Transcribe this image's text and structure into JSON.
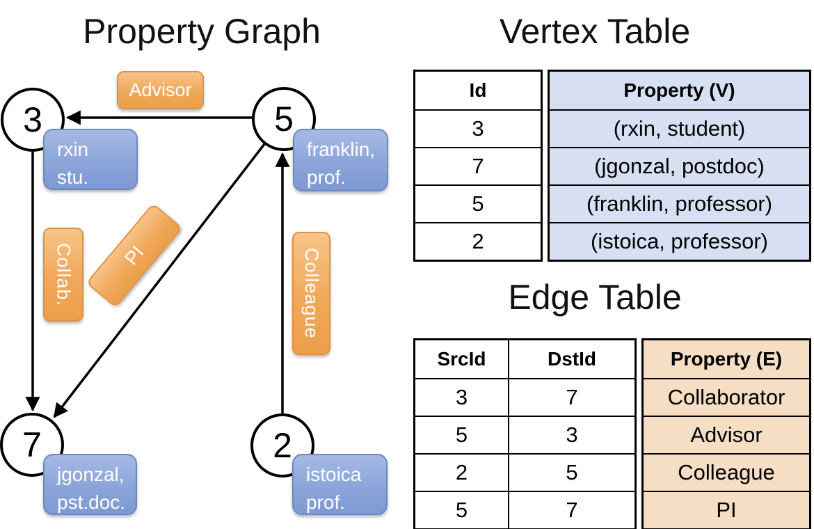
{
  "graph": {
    "title": "Property Graph",
    "nodes": [
      {
        "id": "3",
        "property_lines": [
          "rxin",
          "stu."
        ]
      },
      {
        "id": "5",
        "property_lines": [
          "franklin,",
          "prof."
        ]
      },
      {
        "id": "7",
        "property_lines": [
          "jgonzal,",
          "pst.doc."
        ]
      },
      {
        "id": "2",
        "property_lines": [
          "istoica",
          "prof."
        ]
      }
    ],
    "edge_labels": {
      "advisor": "Advisor",
      "collab": "Collab.",
      "pi": "PI",
      "colleague": "Colleague"
    },
    "edges": [
      {
        "src": "5",
        "dst": "3",
        "label": "Advisor"
      },
      {
        "src": "3",
        "dst": "7",
        "label": "Collab."
      },
      {
        "src": "5",
        "dst": "7",
        "label": "PI"
      },
      {
        "src": "2",
        "dst": "5",
        "label": "Colleague"
      }
    ]
  },
  "vertex_table": {
    "title": "Vertex Table",
    "columns": [
      "Id",
      "Property (V)"
    ],
    "rows": [
      [
        "3",
        "(rxin, student)"
      ],
      [
        "7",
        "(jgonzal, postdoc)"
      ],
      [
        "5",
        "(franklin, professor)"
      ],
      [
        "2",
        "(istoica, professor)"
      ]
    ]
  },
  "edge_table": {
    "title": "Edge Table",
    "columns": [
      "SrcId",
      "DstId",
      "Property (E)"
    ],
    "rows": [
      [
        "3",
        "7",
        "Collaborator"
      ],
      [
        "5",
        "3",
        "Advisor"
      ],
      [
        "2",
        "5",
        "Colleague"
      ],
      [
        "5",
        "7",
        "PI"
      ]
    ]
  },
  "colors": {
    "edge_chip_orange": "#F0A85A",
    "edge_chip_border": "#DE9243",
    "vertex_chip_blue": "#8BA5D9",
    "vertex_chip_border": "#6C88C4",
    "vertex_table_fill": "#D7E0F2",
    "edge_table_fill": "#F5DEC3",
    "line_color": "#000000"
  }
}
